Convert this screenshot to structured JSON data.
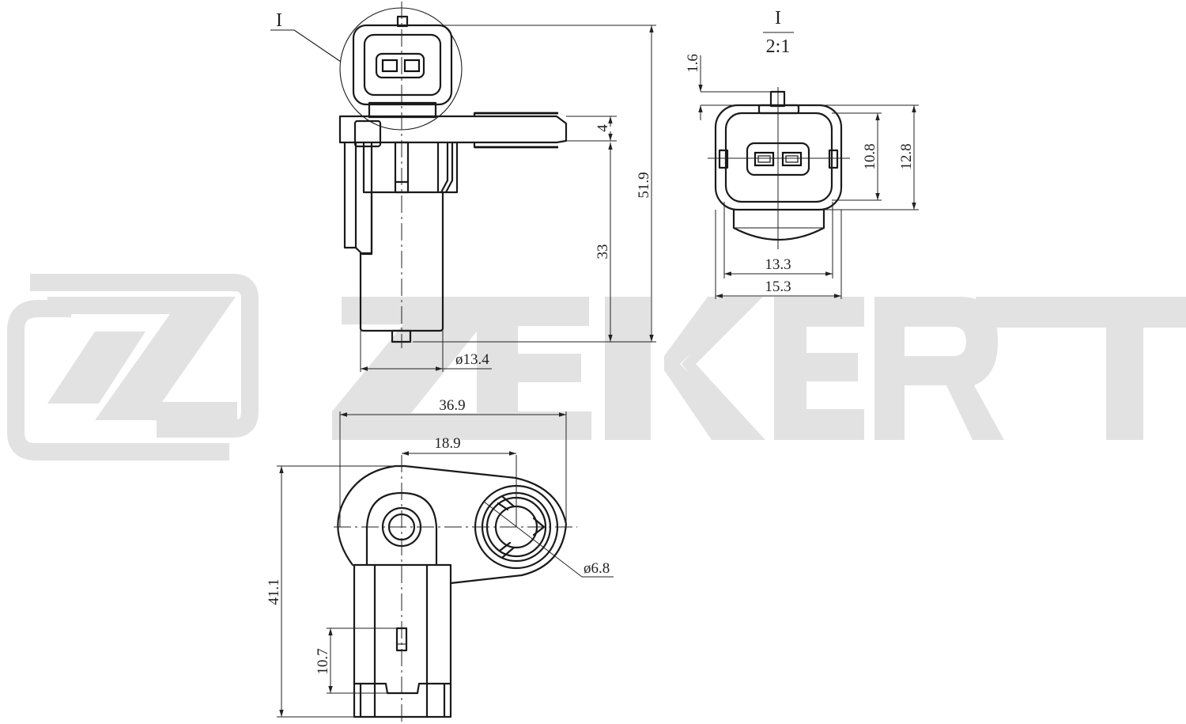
{
  "watermark": {
    "brand": "ZEKERT",
    "color": "#e2e2e2"
  },
  "detail_callout": {
    "label": "I",
    "view_title": "I",
    "scale": "2:1"
  },
  "side_view": {
    "dimensions": {
      "flange_thickness": "4",
      "body_height": "33",
      "total_height": "51.9",
      "body_diameter": "ø13.4"
    }
  },
  "connector_detail_view": {
    "dimensions": {
      "key_height": "1.6",
      "inner_height": "10.8",
      "outer_height": "12.8",
      "inner_width": "13.3",
      "outer_width": "15.3"
    }
  },
  "top_view": {
    "dimensions": {
      "overall_length": "36.9",
      "hole_spacing": "18.9",
      "mount_hole_diameter": "ø6.8",
      "overall_height": "41.1",
      "latch_offset": "10.7"
    }
  },
  "colors": {
    "line": "#1a1a1a",
    "background": "#ffffff",
    "watermark": "#e2e2e2"
  }
}
